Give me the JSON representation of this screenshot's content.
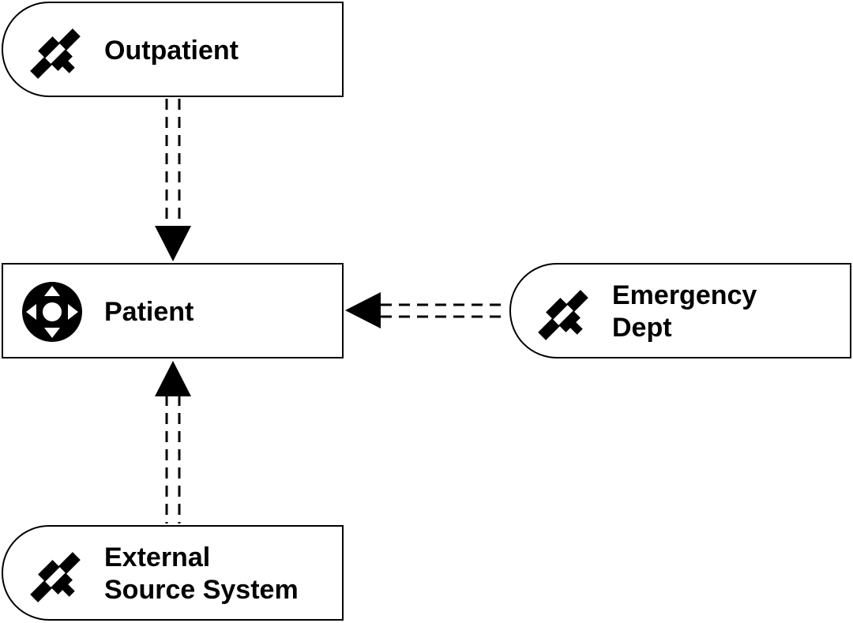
{
  "colors": {
    "stroke": "#000000",
    "fill": "#ffffff"
  },
  "nodes": {
    "outpatient": {
      "label_lines": [
        "Outpatient"
      ],
      "icon": "satellite-icon"
    },
    "patient": {
      "label_lines": [
        "Patient"
      ],
      "icon": "navigation-dpad-icon"
    },
    "emergency": {
      "label_lines": [
        "Emergency",
        "Dept"
      ],
      "icon": "satellite-icon"
    },
    "external": {
      "label_lines": [
        "External",
        "Source System"
      ],
      "icon": "satellite-icon"
    }
  },
  "edges": [
    {
      "from": "outpatient",
      "to": "patient",
      "style": "double-dashed"
    },
    {
      "from": "emergency",
      "to": "patient",
      "style": "double-dashed"
    },
    {
      "from": "external",
      "to": "patient",
      "style": "double-dashed"
    }
  ]
}
